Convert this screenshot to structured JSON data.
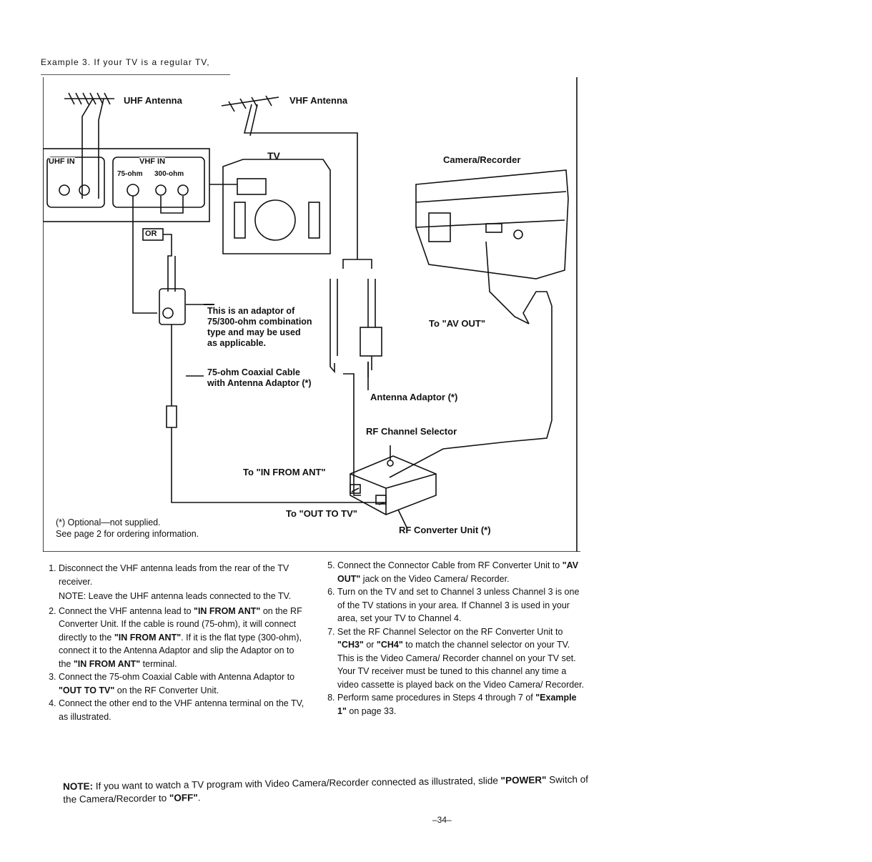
{
  "heading": "Example 3. If your TV is a regular TV,",
  "diagram": {
    "uhf_antenna": "UHF Antenna",
    "vhf_antenna": "VHF Antenna",
    "tv": "TV",
    "camera_recorder": "Camera/Recorder",
    "uhf_in": "UHF IN",
    "vhf_in": "VHF IN",
    "ohm75": "75-ohm",
    "ohm300": "300-ohm",
    "or": "OR",
    "adaptor_note": "This is an adaptor of\n75/300-ohm combination\ntype and may be used\nas applicable.",
    "coaxial_cable": "75-ohm Coaxial Cable\nwith Antenna Adaptor (*)",
    "to_av_out": "To \"AV OUT\"",
    "antenna_adaptor": "Antenna Adaptor (*)",
    "rf_channel_selector": "RF Channel Selector",
    "to_in_from_ant": "To \"IN FROM ANT\"",
    "to_out_to_tv": "To \"OUT TO TV\"",
    "rf_converter_unit": "RF Converter Unit (*)",
    "optional": "(*) Optional—not supplied.\n     See page 2 for ordering information."
  },
  "steps": {
    "s1": "Disconnect the VHF antenna leads from the rear of the TV receiver.",
    "s1_note_label": "NOTE:",
    "s1_note": " Leave the UHF antenna leads connected to the TV.",
    "s2_a": "Connect the VHF antenna lead to ",
    "s2_b": "\"IN FROM ANT\"",
    "s2_c": " on the RF Converter Unit. If the cable is round (75-ohm), it will connect directly to the ",
    "s2_d": "\"IN FROM ANT\"",
    "s2_e": ". If it is the flat type (300-ohm), connect it to the Antenna Adaptor and slip the Adaptor on to the ",
    "s2_f": "\"IN FROM ANT\"",
    "s2_g": " terminal.",
    "s3_a": "Connect the 75-ohm Coaxial Cable with Antenna Adaptor to ",
    "s3_b": "\"OUT TO TV\"",
    "s3_c": " on the RF Converter Unit.",
    "s4": "Connect the other end to the VHF antenna terminal on the TV, as illustrated.",
    "s5_a": "Connect the Connector Cable from RF Converter Unit to ",
    "s5_b": "\"AV OUT\"",
    "s5_c": " jack on the Video Camera/ Recorder.",
    "s6": "Turn on the TV and set to Channel 3 unless Channel 3 is one of the TV stations in your area. If Channel 3 is used in your area, set your TV to Channel 4.",
    "s7_a": "Set the RF Channel Selector on the RF Converter Unit to ",
    "s7_b": "\"CH3\"",
    "s7_c": " or ",
    "s7_d": "\"CH4\"",
    "s7_e": " to match the channel selector on your TV. This is the Video Camera/ Recorder channel on your TV set. Your TV receiver must be tuned to this channel any time a video cassette is played back on the Video Camera/ Recorder.",
    "s8_a": "Perform same procedures in Steps 4 through 7 of ",
    "s8_b": "\"Example 1\"",
    "s8_c": " on page 33."
  },
  "bottom_note": {
    "label": "NOTE:",
    "text_a": " If you want to watch a TV program with Video Camera/Recorder connected as illustrated, slide ",
    "power": "\"POWER\"",
    "text_b": " Switch of the Camera/Recorder to ",
    "off": "\"OFF\"",
    "text_c": "."
  },
  "page_number": "–34–"
}
